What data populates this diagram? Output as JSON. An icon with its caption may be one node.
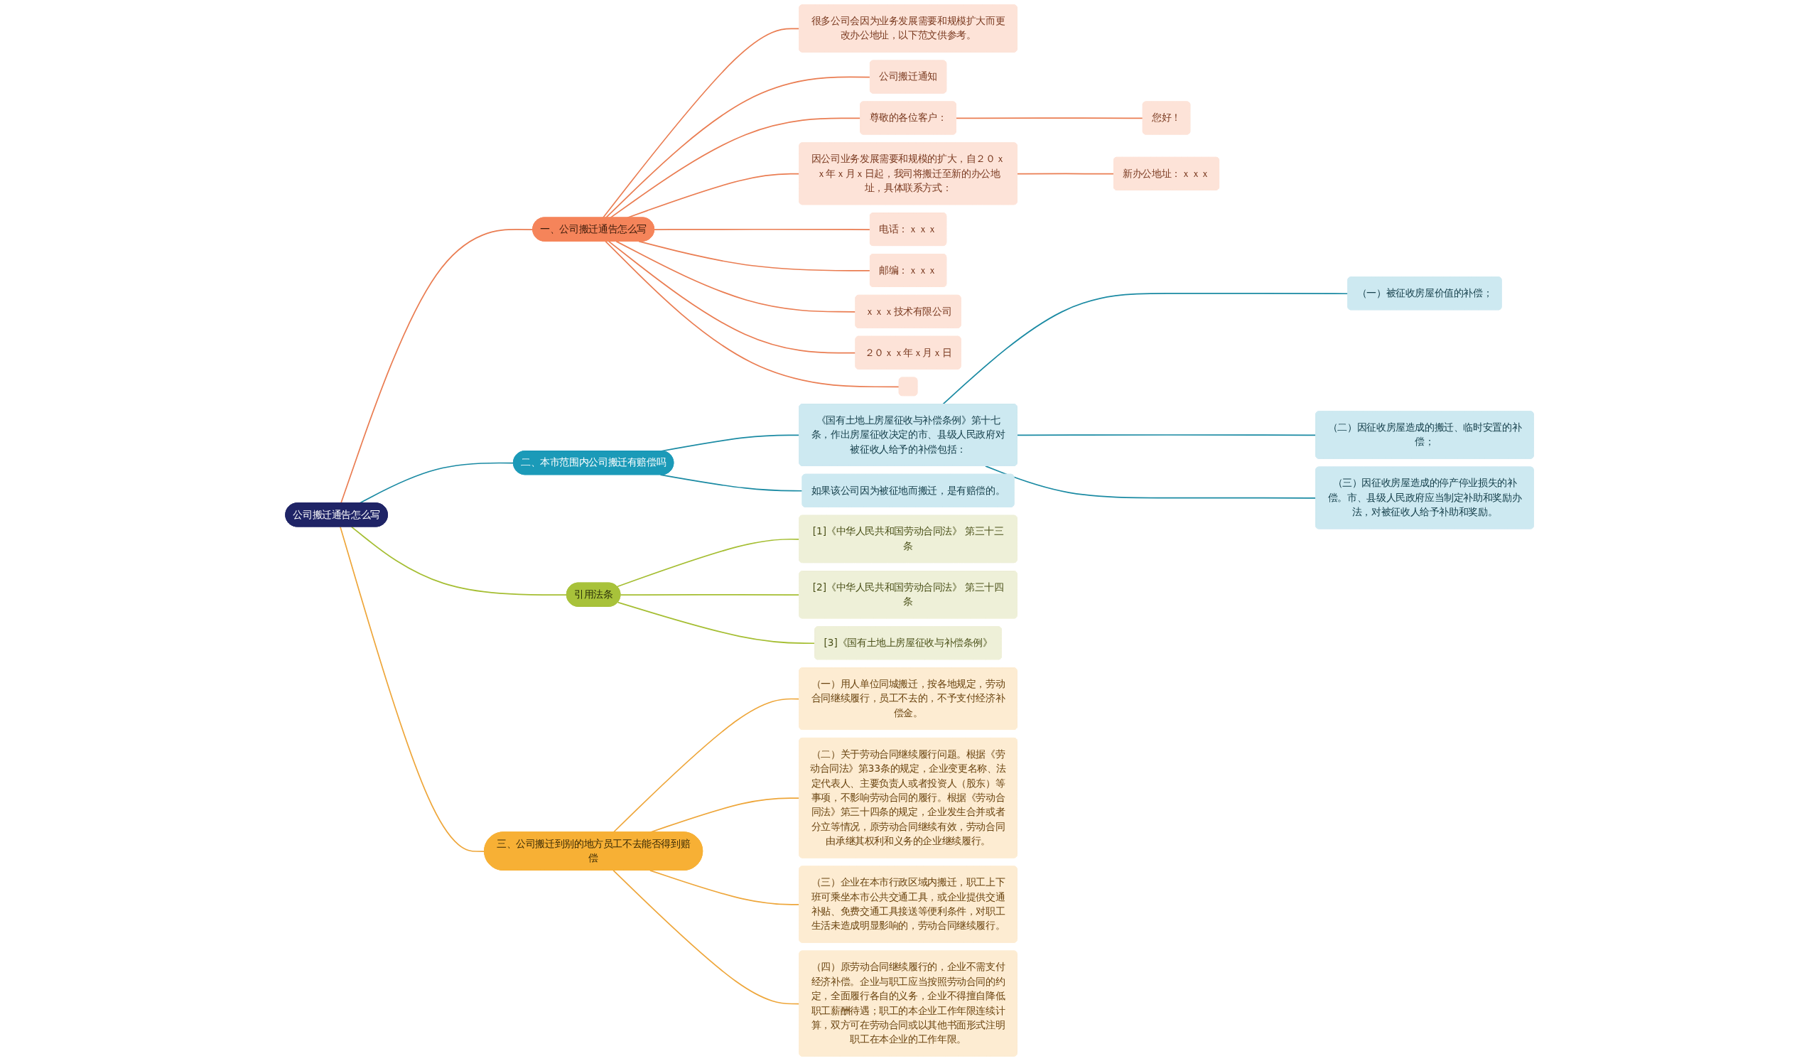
{
  "diagram": {
    "nodes": [
      {
        "text": [
          "公司搬迁通告怎么写"
        ]
      },
      {
        "text": [
          "一、公司搬迁通告怎么写"
        ]
      },
      {
        "text": [
          "很多公司会因为业务发展需要和规模扩大而更改办公地址，以下范文供参考。"
        ]
      },
      {
        "text": [
          "公司搬迁通知"
        ]
      },
      {
        "text": [
          "尊敬的各位客户："
        ]
      },
      {
        "text": [
          "您好！"
        ]
      },
      {
        "text": [
          "因公司业务发展需要和规模的扩大，自２０ｘｘ年ｘ月ｘ日起，我司将搬迁至新的办公地址，具体联系方式："
        ]
      },
      {
        "text": [
          "新办公地址：ｘｘｘ"
        ]
      },
      {
        "text": [
          "电话：ｘｘｘ"
        ]
      },
      {
        "text": [
          "邮编：ｘｘｘ"
        ]
      },
      {
        "text": [
          "ｘｘｘ技术有限公司"
        ]
      },
      {
        "text": [
          "２０ｘｘ年ｘ月ｘ日"
        ]
      },
      {
        "text": [],
        "shape": "box"
      },
      {
        "text": [
          "二、本市范围内公司搬迁有赔偿吗"
        ]
      },
      {
        "text": [
          "如果该公司因为被征地而搬迁，是有赔偿的。"
        ]
      },
      {
        "text": [
          "《国有土地上房屋征收与补偿条例》第十七条，作出房屋征收决定的市、县级人民政府对被征收人给予的补偿包括："
        ]
      },
      {
        "text": [
          "（一）被征收房屋价值的补偿；"
        ]
      },
      {
        "text": [
          "（二）因征收房屋造成的搬迁、临时安置的补偿；"
        ]
      },
      {
        "text": [
          "（三）因征收房屋造成的停产停业损失的补偿。市、县级人民政府应当制定补助和奖励办法，对被征收人给予补助和奖励。"
        ]
      },
      {
        "text": [
          "引用法条"
        ]
      },
      {
        "text": [
          "[1]《中华人民共和国劳动合同法》 第三十三条"
        ]
      },
      {
        "text": [
          "[2]《中华人民共和国劳动合同法》 第三十四条"
        ]
      },
      {
        "text": [
          "[3]《国有土地上房屋征收与补偿条例》"
        ]
      },
      {
        "text": [
          "三、公司搬迁到别的地方员工不去能否得到赔偿"
        ]
      },
      {
        "text": [
          "（一）用人单位同城搬迁，按各地规定，劳动合同继续履行，员工不去的，不予支付经济补偿金。"
        ]
      },
      {
        "text": [
          "（二）关于劳动合同继续履行问题。根据《劳动合同法》第33条的规定，企业变更名称、法定代表人、主要负责人或者投资人（股东）等事项，不影响劳动合同的履行。根据《劳动合同法》第三十四条的规定，企业发生合并或者分立等情况，原劳动合同继续有效，劳动合同由承继其权利和义务的企业继续履行。"
        ]
      },
      {
        "text": [
          "（三）企业在本市行政区域内搬迁，职工上下班可乘坐本市公共交通工具，或企业提供交通补贴、免费交通工具接送等便利条件，对职工生活未造成明显影响的，劳动合同继续履行。"
        ]
      },
      {
        "text": [
          "（四）原劳动合同继续履行的，企业不需支付经济补偿。企业与职工应当按照劳动合同的约定，全面履行各自的义务，企业不得擅自降低职工薪酬待遇；职工的本企业工作年限连续计算，双方可在劳动合同或以其他书面形式注明职工在本企业的工作年限。"
        ]
      }
    ],
    "edges": [
      {
        "from": 0,
        "to": 1,
        "arrow": "none",
        "color": "#ea7d52"
      },
      {
        "from": 1,
        "to": 2,
        "arrow": "none",
        "color": "#ea7d52"
      },
      {
        "from": 1,
        "to": 3,
        "arrow": "none",
        "color": "#ea7d52"
      },
      {
        "from": 1,
        "to": 4,
        "arrow": "none",
        "color": "#ea7d52"
      },
      {
        "from": 4,
        "to": 5,
        "arrow": "none",
        "color": "#ea7d52"
      },
      {
        "from": 1,
        "to": 6,
        "arrow": "none",
        "color": "#ea7d52"
      },
      {
        "from": 6,
        "to": 7,
        "arrow": "none",
        "color": "#ea7d52"
      },
      {
        "from": 1,
        "to": 8,
        "arrow": "none",
        "color": "#ea7d52"
      },
      {
        "from": 1,
        "to": 9,
        "arrow": "none",
        "color": "#ea7d52"
      },
      {
        "from": 1,
        "to": 10,
        "arrow": "none",
        "color": "#ea7d52"
      },
      {
        "from": 1,
        "to": 11,
        "arrow": "none",
        "color": "#ea7d52"
      },
      {
        "from": 1,
        "to": 12,
        "arrow": "none",
        "color": "#ea7d52"
      },
      {
        "from": 0,
        "to": 13,
        "arrow": "none",
        "color": "#1a8aa3"
      },
      {
        "from": 13,
        "to": 14,
        "arrow": "none",
        "color": "#1a8aa3"
      },
      {
        "from": 13,
        "to": 15,
        "arrow": "none",
        "color": "#1a8aa3"
      },
      {
        "from": 15,
        "to": 16,
        "arrow": "none",
        "color": "#1a8aa3"
      },
      {
        "from": 15,
        "to": 17,
        "arrow": "none",
        "color": "#1a8aa3"
      },
      {
        "from": 15,
        "to": 18,
        "arrow": "none",
        "color": "#1a8aa3"
      },
      {
        "from": 0,
        "to": 19,
        "arrow": "none",
        "color": "#a5be32"
      },
      {
        "from": 19,
        "to": 20,
        "arrow": "none",
        "color": "#a5be32"
      },
      {
        "from": 19,
        "to": 21,
        "arrow": "none",
        "color": "#a5be32"
      },
      {
        "from": 19,
        "to": 22,
        "arrow": "none",
        "color": "#a5be32"
      },
      {
        "from": 0,
        "to": 23,
        "arrow": "none",
        "color": "#eea63a"
      },
      {
        "from": 23,
        "to": 24,
        "arrow": "none",
        "color": "#eea63a"
      },
      {
        "from": 23,
        "to": 25,
        "arrow": "none",
        "color": "#eea63a"
      },
      {
        "from": 23,
        "to": 26,
        "arrow": "none",
        "color": "#eea63a"
      },
      {
        "from": 23,
        "to": 27,
        "arrow": "none",
        "color": "#eea63a"
      }
    ]
  }
}
